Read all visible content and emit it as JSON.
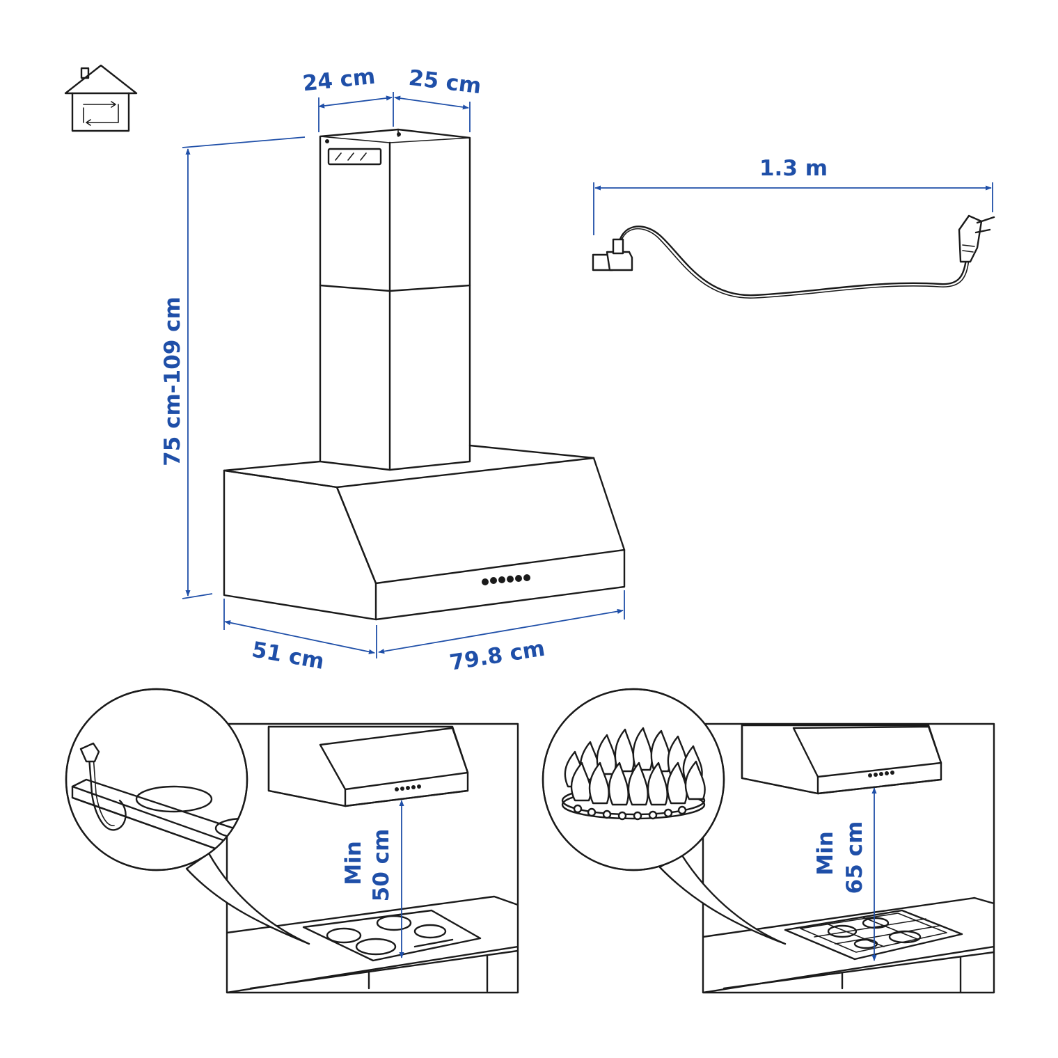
{
  "colors": {
    "dimension": "#1f4fa8",
    "line": "#1a1a1a",
    "background": "#ffffff"
  },
  "icons": {
    "house": "house-recirculation-icon",
    "cable": "power-cable-plug-icon"
  },
  "dimensions": {
    "chimney_depth": "24 cm",
    "chimney_width": "25 cm",
    "height_range": "75 cm-109 cm",
    "hood_depth": "51 cm",
    "hood_width": "79.8 cm",
    "cable_length": "1.3 m"
  },
  "clearances": {
    "electric": {
      "line1": "Min",
      "line2": "50 cm"
    },
    "gas": {
      "line1": "Min",
      "line2": "65 cm"
    }
  }
}
